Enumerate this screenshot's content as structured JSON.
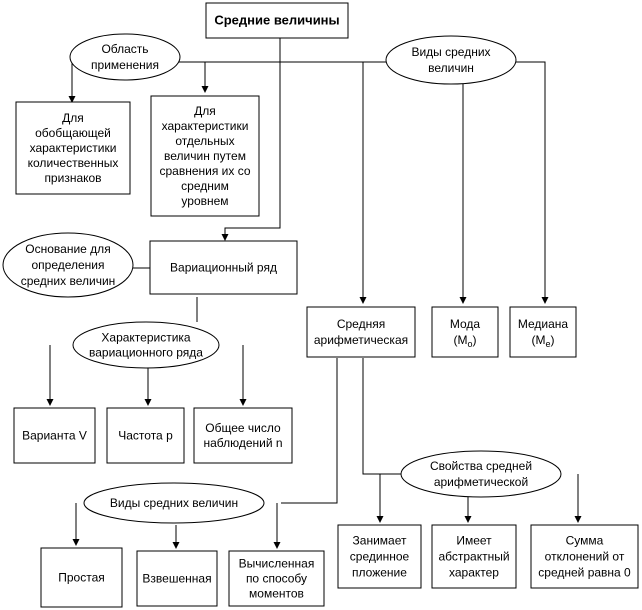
{
  "title": "Средние величины",
  "nodes": {
    "oblast": [
      "Область",
      "применения"
    ],
    "vidy_top": [
      "Виды средних",
      "величин"
    ],
    "dlya_obob": [
      "Для",
      "обобщающей",
      "характеристики",
      "количественных",
      "признаков"
    ],
    "dlya_harakt": [
      "Для",
      "характеристики",
      "отдельных",
      "величин путем",
      "сравнения их со",
      "средним",
      "уровнем"
    ],
    "osnovanie": [
      "Основание для",
      "определения",
      "средних величин"
    ],
    "var_ryad": [
      "Вариационный ряд"
    ],
    "harakt_var": [
      "Характеристика",
      "вариационного ряда"
    ],
    "varianta": [
      "Варианта V"
    ],
    "chastota": [
      "Частота p"
    ],
    "obshee": [
      "Общее число",
      "наблюдений n"
    ],
    "srednyaya": [
      "Средняя",
      "арифметическая"
    ],
    "moda": [
      "Мода"
    ],
    "mediana": [
      "Медиана"
    ],
    "svoistva": [
      "Свойства средней",
      "арифметической"
    ],
    "vidy_bottom": [
      "Виды средних величин"
    ],
    "prostaya": [
      "Простая"
    ],
    "vzveshennaya": [
      "Взвешенная"
    ],
    "vychislennaya": [
      "Вычисленная",
      "по способу",
      "моментов"
    ],
    "zanimaet": [
      "Занимает",
      "срединное",
      "пложение"
    ],
    "imeet": [
      "Имеет",
      "абстрактный",
      "характер"
    ],
    "summa": [
      "Сумма",
      "отклонений от",
      "средней равна 0"
    ]
  },
  "moda_symbol": {
    "main": "(M",
    "sub": "o",
    "close": ")"
  },
  "mediana_symbol": {
    "main": "(M",
    "sub": "e",
    "close": ")"
  }
}
